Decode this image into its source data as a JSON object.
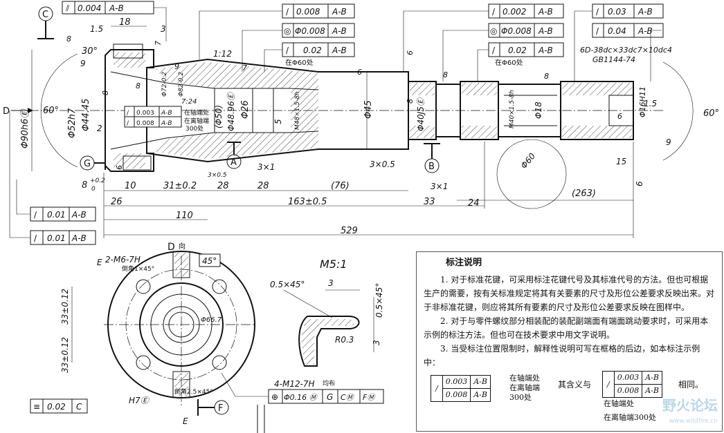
{
  "top_fcfs": [
    {
      "sym": "⫽",
      "val": "0.004",
      "datum": "A-B"
    },
    {
      "sym": "/",
      "val": "0.008",
      "datum": "A-B"
    },
    {
      "sym": "◎",
      "val": "Φ0.008",
      "datum": "A-B"
    },
    {
      "sym": "/",
      "val": "0.02",
      "datum": "A-B"
    },
    {
      "sym": "/",
      "val": "0.002",
      "datum": "A-B"
    },
    {
      "sym": "◎",
      "val": "Φ0.008",
      "datum": "A-B"
    },
    {
      "sym": "/",
      "val": "0.02",
      "datum": "A-B"
    },
    {
      "sym": "/",
      "val": "0.03",
      "datum": "A-B"
    },
    {
      "sym": "/",
      "val": "0.04",
      "datum": "A-B"
    }
  ],
  "left_fcfs": [
    {
      "sym": "/",
      "val": "0.01",
      "datum": "A-B"
    },
    {
      "sym": "/",
      "val": "0.01",
      "datum": "A-B"
    }
  ],
  "inner_fcfs": [
    {
      "sym": "/",
      "val": "0.003",
      "datum": "A-B"
    },
    {
      "sym": "/",
      "val": "0.008",
      "datum": "A-B"
    }
  ],
  "bottom_fcfs": [
    {
      "sym": "≡",
      "val": "0.02",
      "datum": "C"
    },
    {
      "sym": "⊕",
      "val": "Φ0.16 Ⓜ",
      "datum": "G",
      "extra1": "CⓂ",
      "extra2": "FⓂ"
    }
  ],
  "location_notes": {
    "left60_1": "在Φ60处",
    "left60_2": "在Φ60处",
    "shaft_end": "在轴端处",
    "shaft_end_300": "在离轴端",
    "shaft_end_300b": "300处"
  },
  "datums": {
    "c": "C",
    "d": "D",
    "g": "G",
    "a": "A",
    "b": "B",
    "e": "E",
    "f": "F",
    "d_view": "D",
    "d_view_dir": "向",
    "e_cut": "E"
  },
  "dims": {
    "d18": "18",
    "d15": "1.5",
    "d3": "3",
    "d30": "30°",
    "d9": "9",
    "d60l": "60°",
    "d90": "Φ90h6Ⓔ",
    "d52": "Φ52h7",
    "d4445": "Φ44.45",
    "d2": "2",
    "taper": "1:12",
    "t724": "7:24",
    "d72": "Φ72-0.2",
    "d82": "Φ82-0.2",
    "d50": "(Φ50)",
    "d4896": "Φ48.96Ⓔ",
    "d26": "Φ26",
    "m48": "M48×1.5-8h",
    "d5": "5",
    "d45": "Φ45",
    "d40": "Φ40J5Ⓔ",
    "m40": "M40×1.5-8h",
    "d18b": "Φ18",
    "spline": "6D-38dc×33dc7×10dc4",
    "gb": "GB1144-74",
    "d16": "Φ16H11",
    "d15r": "1.5",
    "d60r": "60°",
    "d9r": "9",
    "d6r": "6",
    "c3x05a": "3×0.5",
    "c3x1a": "3×1",
    "c3x05b": "3×0.5",
    "c3x1b": "3×1",
    "d60c": "Φ60",
    "d15b": "15",
    "d8": "8",
    "d8tol": "+0.2",
    "d8tol0": "0",
    "d10": "10",
    "d31": "31±0.2",
    "d28a": "28",
    "d28b": "28",
    "d76": "(76)",
    "d263": "(263)",
    "d26b": "26",
    "d163": "163±0.5",
    "d33": "33",
    "d24": "24",
    "d110": "110",
    "d529": "529",
    "r7": "7",
    "r8a": "8",
    "r9a": "9",
    "r8b": "8",
    "r8c": "8",
    "r6a": "6",
    "r6b": "6",
    "r7b": "7",
    "r8d": "8",
    "r6c": "6",
    "r8e": "8",
    "r6d": "6",
    "r8f": "8"
  },
  "view": {
    "m6": "2-M6-7H",
    "chamfer1": "倒角1×45°",
    "d45deg": "45°",
    "d667": "Φ66.7",
    "d33a": "33±0.12",
    "d33b": "33±0.12",
    "h7": "H7Ⓔ",
    "chamfer2": "倒角2.5×45°",
    "m12": "4-M12-7H",
    "m12b": "均布"
  },
  "detail": {
    "scale": "M5:1",
    "c05": "0.5×45°",
    "d3": "3",
    "c05v": "0.5×45°",
    "r03": "R0.3",
    "d3v": "3"
  },
  "notes": {
    "title": "标注说明",
    "p1": "1. 对于标准花键，可采用标注花键代号及其标准代号的方法。但也可根据生产的需要，按有关标准规定将其有关要素的尺寸及形位公差要求反映出来。对于非标准花键，则应将其所有要素的尺寸及形位公差要求反映在图样中。",
    "p2": "2. 对于与零件螺纹部分相装配的装配副端面有端面跳动要求时，可采用本示例的标注方法。但也可在技术要求中用文字说明。",
    "p3": "3. 当受标注位置限制时，解释性说明可写在框格的后边，如本标注示例中：",
    "meaning_pre": "其含义与",
    "meaning_post": "相同。",
    "demo_val1": "0.003",
    "demo_val2": "0.008",
    "demo_datum": "A-B",
    "demo_note1": "在轴端处",
    "demo_note2": "在离轴端",
    "demo_note3": "300处",
    "demo2_note1": "在轴端处",
    "demo2_note2": "在离轴端300处"
  },
  "watermark": {
    "name": "野火论坛",
    "url": "www.wildfire.cn"
  }
}
